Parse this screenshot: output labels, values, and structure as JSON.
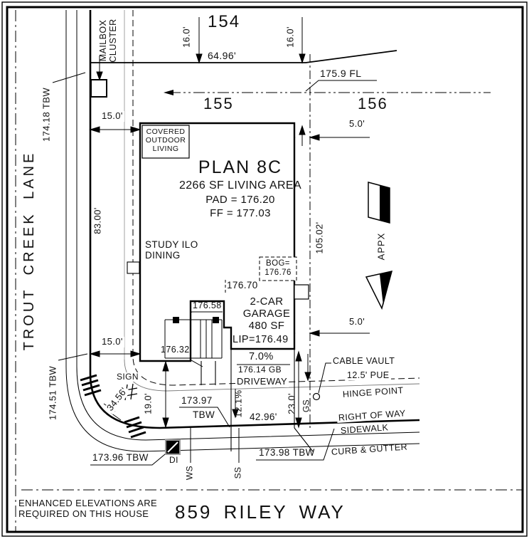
{
  "drawing": {
    "streets": {
      "trout_creek_lane": "TROUT CREEK LANE",
      "riley_way": "859 RILEY WAY"
    },
    "lots": {
      "lot_a": "154",
      "lot_b": "155",
      "lot_c": "156"
    },
    "house": {
      "plan": "PLAN 8C",
      "living_area": "2266 SF LIVING AREA",
      "pad_elev": "PAD = 176.20",
      "finished_floor": "FF = 177.03",
      "covered_outdoor_living": "COVERED\nOUTDOOR\nLIVING",
      "study": "STUDY ILO\nDINING",
      "garage": "2-CAR\nGARAGE\n480 SF",
      "lip": "LIP=176.49",
      "bog": "BOG=\n176.76"
    },
    "dims": {
      "d64_96": "64.96'",
      "d16_0": "16.0'",
      "d15_0": "15.0'",
      "d5_0": "5.0'",
      "d83_00": "83.00'",
      "d105_02": "105.02'",
      "d34_56": "34.56'",
      "d19_0": "19.0'",
      "d23_0": "23.0'",
      "d42_96": "42.96'",
      "pue": "12.5' PUE"
    },
    "grades": {
      "fl_175_9": "175.9 FL",
      "e176_70": "176.70",
      "e176_58": "176.58",
      "e176_32": "176.32",
      "gb_176_14": "176.14 GB",
      "slope_7": "7.0%",
      "slope_12_1": "12.1%"
    },
    "tbw": {
      "t174_18": "174.18 TBW",
      "t174_51": "174.51 TBW",
      "t173_97_val": "173.97",
      "t173_97_unit": "TBW",
      "t173_96": "173.96 TBW",
      "t173_98": "173.98 TBW"
    },
    "features": {
      "mailbox": "MAILBOX\nCLUSTER",
      "sign": "SIGN",
      "cable_vault": "CABLE VAULT",
      "hinge_point": "HINGE POINT",
      "right_of_way": "RIGHT OF WAY",
      "sidewalk": "SIDEWALK",
      "curb_gutter": "CURB & GUTTER",
      "driveway": "DRIVEWAY",
      "di": "DI",
      "ws": "WS",
      "ss": "SS",
      "gs": "GS",
      "north": "APPX"
    },
    "note": "ENHANCED ELEVATIONS ARE\nREQUIRED ON THIS HOUSE"
  }
}
